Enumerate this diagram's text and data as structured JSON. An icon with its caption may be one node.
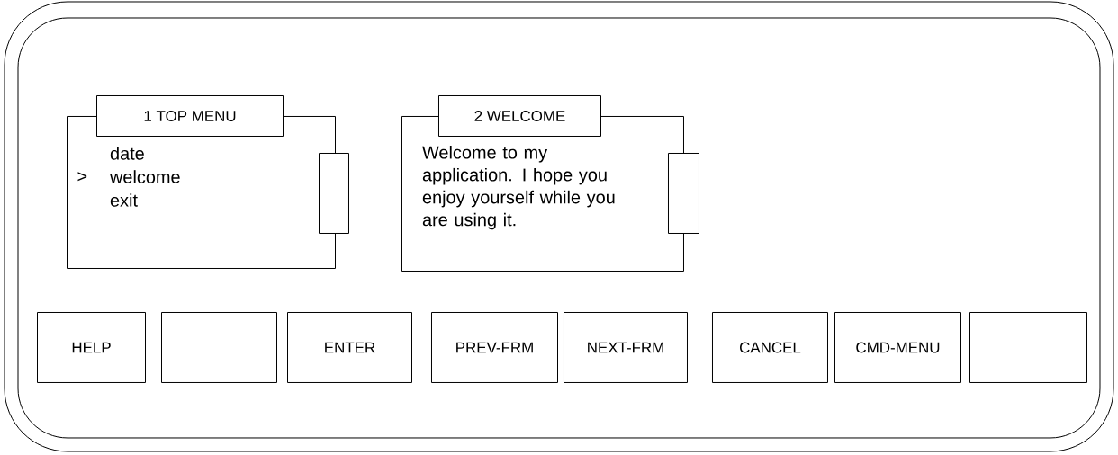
{
  "diagram": {
    "nodes": [
      {
        "text": [],
        "shape": "box"
      },
      {
        "text": [
          "1  TOP MENU",
          "date",
          "welcome",
          "exit"
        ],
        "in": 0
      },
      {
        "text": [
          "2 WELCOME",
          "Welcome to my application. I hope you enjoy yourself while you are using it."
        ],
        "in": 0
      },
      {
        "text": [
          "HELP"
        ],
        "in": 0
      },
      {
        "text": [],
        "shape": "box",
        "in": 0
      },
      {
        "text": [
          "ENTER"
        ],
        "in": 0
      },
      {
        "text": [
          "PREV-FRM"
        ],
        "in": 0
      },
      {
        "text": [
          "NEXT-FRM"
        ],
        "in": 0
      },
      {
        "text": [
          "CANCEL"
        ],
        "in": 0
      },
      {
        "text": [
          "CMD-MENU"
        ],
        "in": 0
      },
      {
        "text": [],
        "shape": "box",
        "in": 0
      }
    ],
    "labels": [
      ">"
    ]
  }
}
